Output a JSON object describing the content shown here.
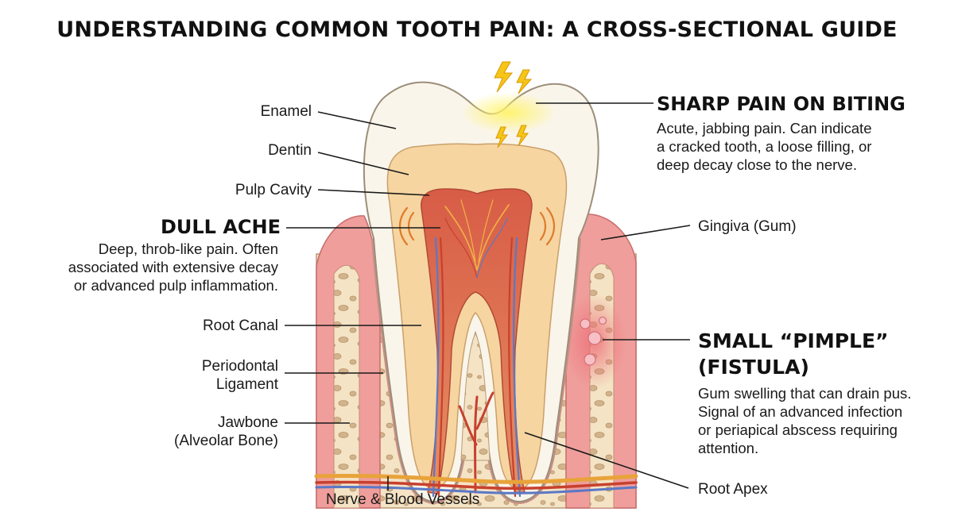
{
  "title": "UNDERSTANDING COMMON TOOTH PAIN: A CROSS-SECTIONAL GUIDE",
  "labels": {
    "enamel": "Enamel",
    "dentin": "Dentin",
    "pulp_cavity": "Pulp Cavity",
    "root_canal": "Root Canal",
    "periodontal_1": "Periodontal",
    "periodontal_2": "Ligament",
    "jawbone_1": "Jawbone",
    "jawbone_2": "(Alveolar Bone)",
    "nerve_vessels": "Nerve & Blood Vessels",
    "gingiva": "Gingiva (Gum)",
    "root_apex": "Root Apex"
  },
  "pain_types": {
    "sharp": {
      "heading": "SHARP PAIN ON BITING",
      "lines": [
        "Acute, jabbing pain. Can indicate",
        "a cracked tooth, a loose filling, or",
        "deep decay close to the nerve."
      ]
    },
    "dull": {
      "heading": "DULL ACHE",
      "lines": [
        "Deep, throb-like pain. Often",
        "associated with extensive decay",
        "or advanced pulp inflammation."
      ]
    },
    "fistula": {
      "heading_1": "SMALL “PIMPLE”",
      "heading_2": "(FISTULA)",
      "lines": [
        "Gum swelling that can drain pus.",
        "Signal of an advanced infection",
        "or periapical abscess requiring",
        "attention."
      ]
    }
  },
  "colors": {
    "enamel": "#f7f2e8",
    "dentin": "#f6d7a6",
    "pulp": "#e0705a",
    "gum": "#ef9b98",
    "bone": "#f3e1c2",
    "nerve": "#e8a33a",
    "vessel_blue": "#5b78c6",
    "vessel_red": "#c8402e",
    "pain_glow": "#ffe640"
  }
}
